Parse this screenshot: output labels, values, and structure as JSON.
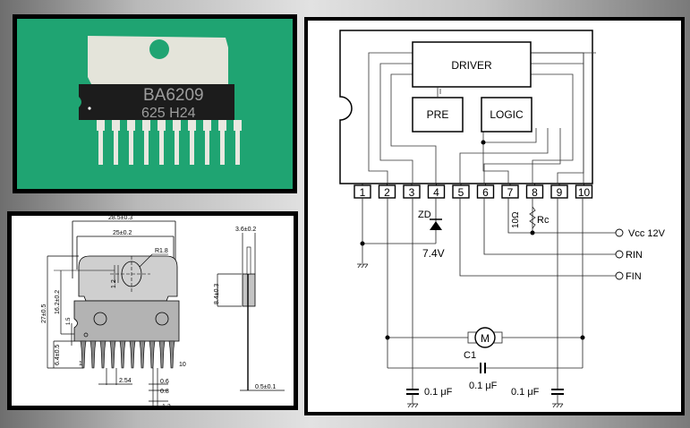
{
  "photo": {
    "part_marking_line1": "BA6209",
    "part_marking_line2": "625 H24",
    "pin_count": 10,
    "background_color": "#1fa472"
  },
  "drawing": {
    "dims": {
      "overall_width": "28.5±0.3",
      "tab_width": "25±0.2",
      "hole_radius": "R1.8",
      "hole_offset": "1.2",
      "total_height": "27±0.5",
      "hole_to_body": "16.2±0.2",
      "body_gap": "1.5",
      "lead_length": "6.4±0.5",
      "pin_first": "1",
      "pin_last": "10",
      "pitch": "2.54",
      "lead_width1": "0.6",
      "lead_width2": "0.8",
      "lead_width3": "1.3",
      "thickness": "3.6±0.2",
      "body_height": "8.4±0.3",
      "lead_thickness": "0.5±0.1"
    }
  },
  "schematic": {
    "blocks": {
      "driver": "DRIVER",
      "pre": "PRE",
      "logic": "LOGIC"
    },
    "pins": [
      "1",
      "2",
      "3",
      "4",
      "5",
      "6",
      "7",
      "8",
      "9",
      "10"
    ],
    "labels": {
      "zd": "ZD",
      "zd_voltage": "7.4V",
      "r_10": "10Ω",
      "rc": "Rc",
      "vcc": "Vcc 12V",
      "rin": "RIN",
      "fin": "FIN",
      "motor": "M",
      "c1": "C1",
      "cap_left": "0.1 μF",
      "cap_mid": "0.1 μF",
      "cap_right": "0.1 μF"
    }
  }
}
